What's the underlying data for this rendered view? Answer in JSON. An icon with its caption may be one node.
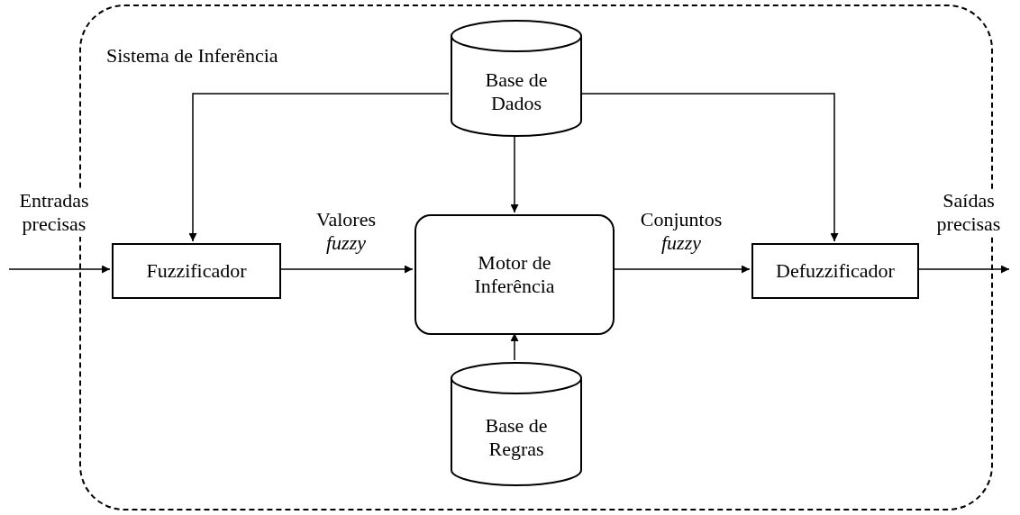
{
  "diagram": {
    "nodes": [
      {
        "text": [
          "Sistema de Inferência"
        ]
      },
      {
        "text": [
          "Base de Dados"
        ],
        "in": 0
      },
      {
        "text": [
          "Fuzzificador"
        ],
        "in": 0
      },
      {
        "text": [
          "Motor de Inferência"
        ],
        "in": 0
      },
      {
        "text": [
          "Defuzzificador"
        ],
        "in": 0
      },
      {
        "text": [
          "Base de Regras"
        ],
        "in": 0
      }
    ],
    "edges": [
      {
        "from": null,
        "to": 2,
        "arrow": "to",
        "label": "Entradas precisas"
      },
      {
        "from": 1,
        "to": 2,
        "arrow": "to"
      },
      {
        "from": 1,
        "to": 3,
        "arrow": "to"
      },
      {
        "from": 1,
        "to": 4,
        "arrow": "to"
      },
      {
        "from": 5,
        "to": 3,
        "arrow": "to"
      },
      {
        "from": 2,
        "to": 3,
        "arrow": "to",
        "label": "Valores *fuzzy*"
      },
      {
        "from": 3,
        "to": 4,
        "arrow": "to",
        "label": "Conjuntos *fuzzy*"
      },
      {
        "from": 4,
        "to": null,
        "arrow": "to",
        "label": "Saídas precisas"
      }
    ]
  }
}
